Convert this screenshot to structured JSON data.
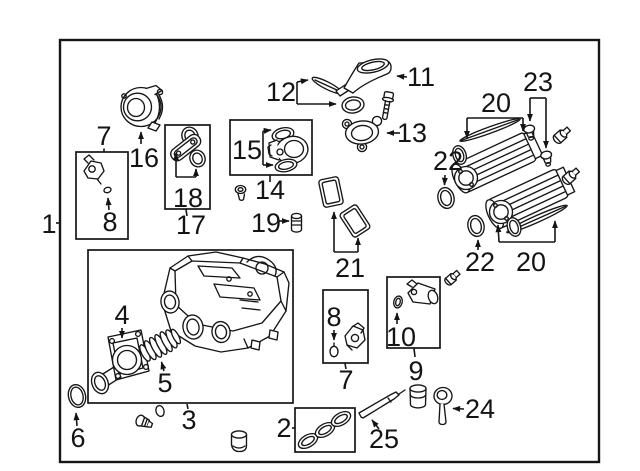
{
  "diagram": {
    "type": "exploded-parts-diagram",
    "colors": {
      "background": "#ffffff",
      "line": "#161616"
    },
    "callouts": {
      "c1": "1",
      "c2": "2",
      "c3": "3",
      "c4": "4",
      "c5": "5",
      "c6": "6",
      "c7a": "7",
      "c7b": "7",
      "c8a": "8",
      "c8b": "8",
      "c9": "9",
      "c10": "10",
      "c11": "11",
      "c12": "12",
      "c13": "13",
      "c14": "14",
      "c15": "15",
      "c16": "16",
      "c17": "17",
      "c18": "18",
      "c19": "19",
      "c20a": "20",
      "c20b": "20",
      "c21": "21",
      "c22a": "22",
      "c22b": "22",
      "c23": "23",
      "c24": "24",
      "c25": "25"
    }
  }
}
